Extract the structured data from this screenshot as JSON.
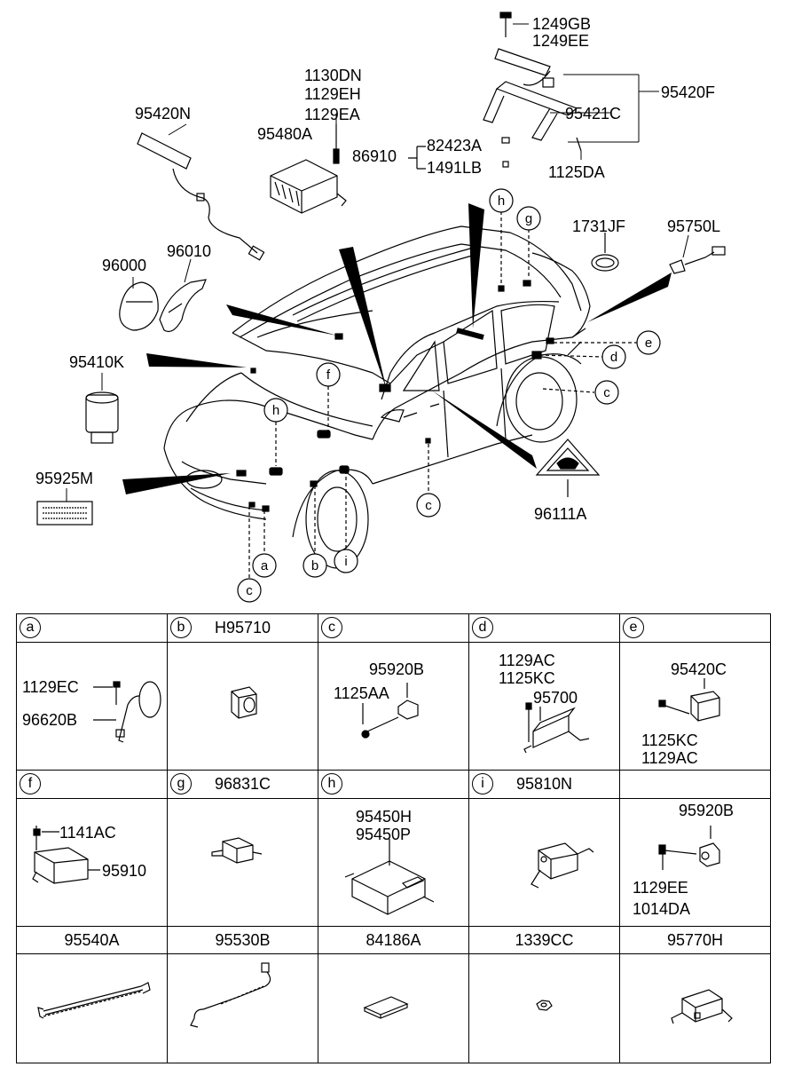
{
  "top_labels": {
    "p1249GB": "1249GB",
    "p1249EE": "1249EE",
    "p95420F": "95420F",
    "p95421C": "95421C",
    "p1125DA": "1125DA",
    "p1130DN": "1130DN",
    "p1129EH": "1129EH",
    "p1129EA": "1129EA",
    "p95480A": "95480A",
    "p86910": "86910",
    "p82423A": "82423A",
    "p1491LB": "1491LB",
    "p95420N": "95420N",
    "p96000": "96000",
    "p96010": "96010",
    "p95410K": "95410K",
    "p95925M": "95925M",
    "p1731JF": "1731JF",
    "p95750L": "95750L",
    "p96111A": "96111A"
  },
  "callouts": {
    "a": "a",
    "b": "b",
    "c": "c",
    "d": "d",
    "e": "e",
    "f": "f",
    "g": "g",
    "h": "h",
    "i": "i"
  },
  "table": {
    "row1_headers": [
      {
        "letter": "a",
        "part": ""
      },
      {
        "letter": "b",
        "part": "H95710"
      },
      {
        "letter": "c",
        "part": ""
      },
      {
        "letter": "d",
        "part": ""
      },
      {
        "letter": "e",
        "part": ""
      }
    ],
    "row2_headers": [
      {
        "letter": "f",
        "part": ""
      },
      {
        "letter": "g",
        "part": "96831C"
      },
      {
        "letter": "h",
        "part": ""
      },
      {
        "letter": "i",
        "part": "95810N"
      },
      {
        "letter": "",
        "part": ""
      }
    ],
    "row3_headers": [
      "95540A",
      "95530B",
      "84186A",
      "1339CC",
      "95770H"
    ],
    "cell_a": {
      "l1": "1129EC",
      "l2": "96620B"
    },
    "cell_c": {
      "l1": "95920B",
      "l2": "1125AA"
    },
    "cell_d": {
      "l1": "1129AC",
      "l2": "1125KC",
      "l3": "95700"
    },
    "cell_e": {
      "l1": "95420C",
      "l2": "1125KC",
      "l3": "1129AC"
    },
    "cell_f": {
      "l1": "1141AC",
      "l2": "95910"
    },
    "cell_h": {
      "l1": "95450H",
      "l2": "95450P"
    },
    "cell_j": {
      "l1": "95920B",
      "l2": "1129EE",
      "l3": "1014DA"
    }
  }
}
